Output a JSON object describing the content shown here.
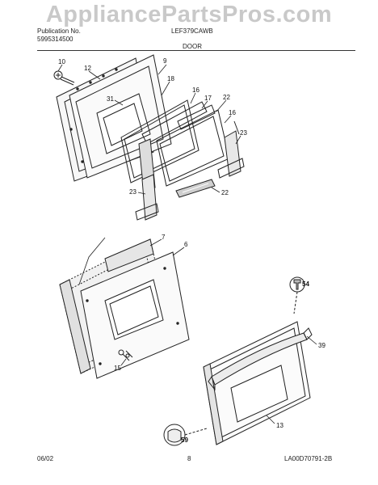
{
  "watermark": "AppliancePartsPros.com",
  "header": {
    "left_line1": "Publication No.",
    "left_line2": "5995314500",
    "model": "LEF379CAWB",
    "section": "DOOR"
  },
  "footer": {
    "date": "06/02",
    "page": "8",
    "diagram_code": "LA00D70791-2B"
  },
  "callouts": {
    "c10": "10",
    "c12": "12",
    "c9": "9",
    "c18": "18",
    "c31": "31",
    "c16a": "16",
    "c17": "17",
    "c22a": "22",
    "c16b": "16",
    "c23a": "23",
    "c23b": "23",
    "c22b": "22",
    "c7": "7",
    "c6": "6",
    "c54": "54",
    "c39": "39",
    "c15": "15",
    "c13": "13",
    "c59": "59"
  }
}
